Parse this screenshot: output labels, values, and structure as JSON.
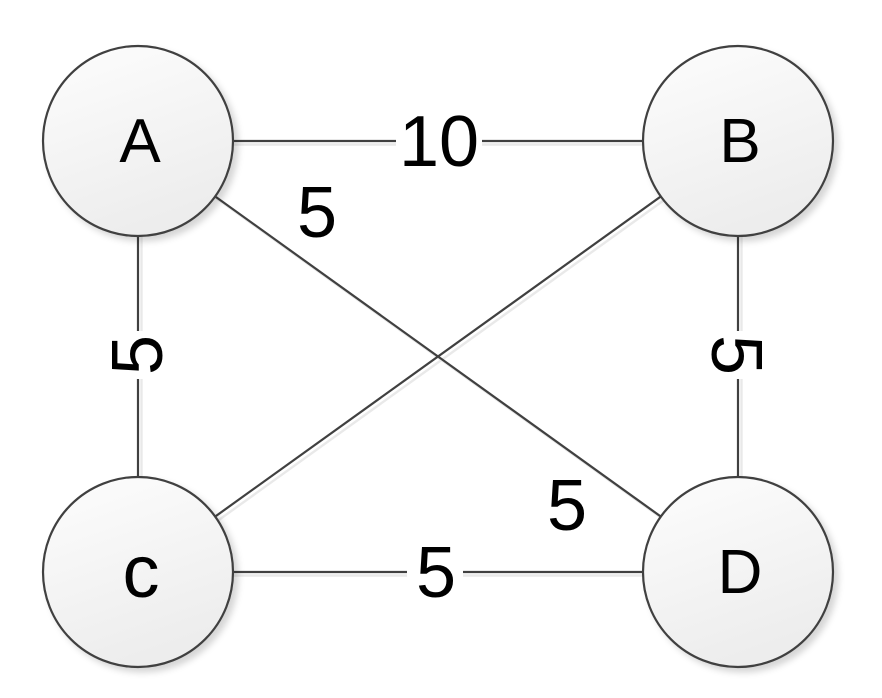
{
  "diagram": {
    "kind": "weighted-undirected-graph",
    "background_color": "#ffffff",
    "node_fill_top": "#fdfdfd",
    "node_fill_bottom": "#ededed",
    "node_stroke_color": "#404040",
    "edge_color": "#404040",
    "edge_shadow_color": "#e9e9e9",
    "label_color": "#000000",
    "nodes": [
      {
        "id": "A",
        "label": "A"
      },
      {
        "id": "B",
        "label": "B"
      },
      {
        "id": "C",
        "label": "c"
      },
      {
        "id": "D",
        "label": "D"
      }
    ],
    "edges": [
      {
        "from": "A",
        "to": "B",
        "weight": "10"
      },
      {
        "from": "A",
        "to": "C",
        "weight": "5"
      },
      {
        "from": "B",
        "to": "D",
        "weight": "5"
      },
      {
        "from": "C",
        "to": "D",
        "weight": "5"
      },
      {
        "from": "A",
        "to": "D",
        "weight": "5"
      },
      {
        "from": "B",
        "to": "C",
        "weight": "5"
      }
    ]
  }
}
